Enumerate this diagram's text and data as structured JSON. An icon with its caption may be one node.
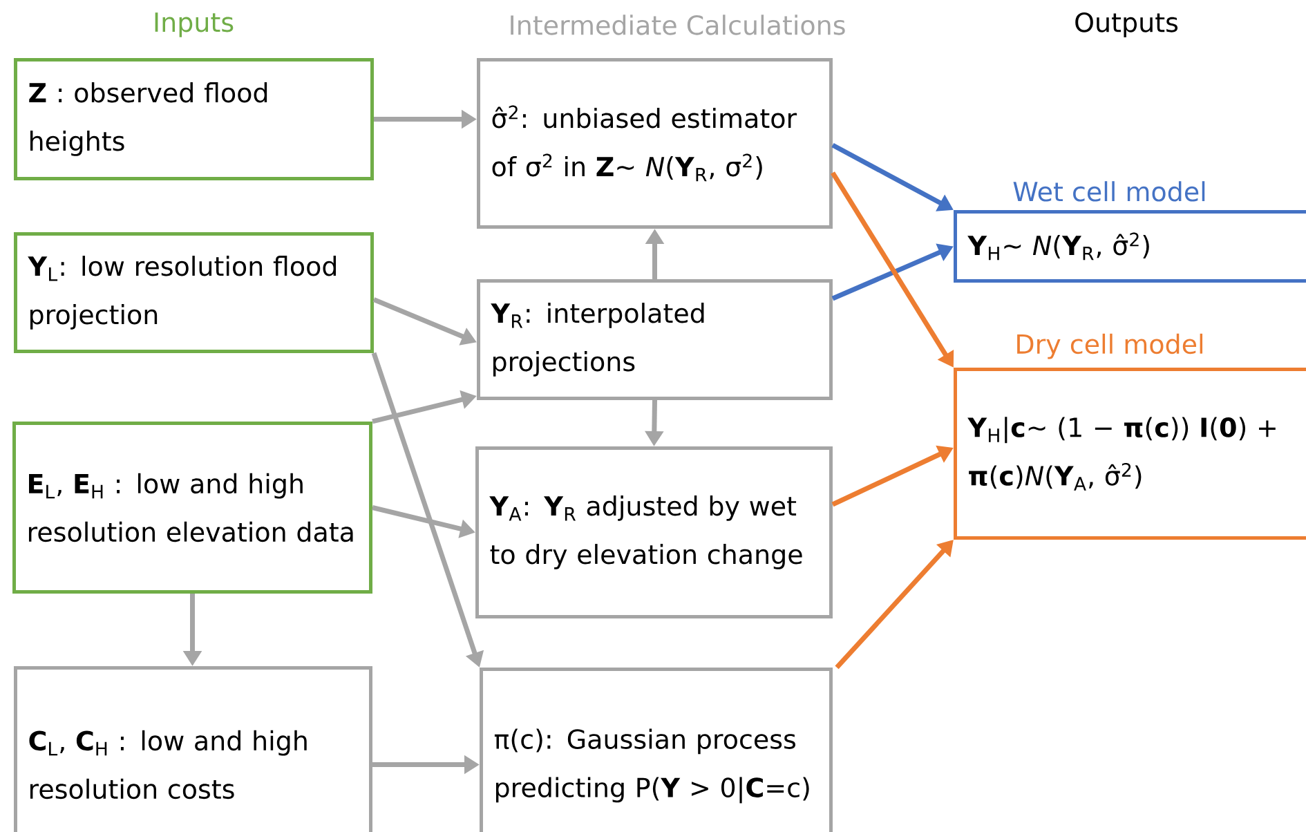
{
  "diagram": {
    "nodes": [
      {
        "text": [
          "**Z** : observed flood heights"
        ]
      },
      {
        "text": [
          "**Y**$_{L}$: low resolution flood projection"
        ]
      },
      {
        "text": [
          "**E**$_{L}$, **E**$_{H}$ : low and high resolution elevation data"
        ]
      },
      {
        "text": [
          "**C**$_{L}$, **C**$_{H}$ : low and high resolution costs"
        ]
      },
      {
        "text": [
          "σ̂$^{2}$: unbiased estimator of σ$^{2}$ in **Z**∼ *N*(**Y**$_{R}$, σ$^{2}$)"
        ]
      },
      {
        "text": [
          "**Y**$_{R}$: interpolated projections"
        ]
      },
      {
        "text": [
          "**Y**$_{A}$: **Y**$_{R}$ adjusted by wet to dry elevation change"
        ]
      },
      {
        "text": [
          "π(c): Gaussian process predicting P(**Y** > 0|**C**=c)"
        ]
      },
      {
        "text": [
          "Wet cell model",
          "**Y**$_{H}$∼ *N*(**Y**$_{R}$, σ̂$^{2}$)"
        ]
      },
      {
        "text": [
          "Dry cell model",
          "**Y**$_{H}$|**c**∼ (1 − **π**(**c**)) **I**(**0**) + **π**(**c**)*N*(**Y**$_{A}$, σ̂$^{2}$)"
        ]
      }
    ],
    "edges": [
      {
        "from": 0,
        "to": 4,
        "arrow": "to"
      },
      {
        "from": 1,
        "to": 5,
        "arrow": "to"
      },
      {
        "from": 1,
        "to": 7,
        "arrow": "to"
      },
      {
        "from": 2,
        "to": 5,
        "arrow": "to"
      },
      {
        "from": 2,
        "to": 6,
        "arrow": "to"
      },
      {
        "from": 2,
        "to": 3,
        "arrow": "to"
      },
      {
        "from": 3,
        "to": 7,
        "arrow": "to"
      },
      {
        "from": 5,
        "to": 4,
        "arrow": "to"
      },
      {
        "from": 5,
        "to": 6,
        "arrow": "to"
      },
      {
        "from": 4,
        "to": 8,
        "arrow": "to",
        "color": "#4472c4"
      },
      {
        "from": 5,
        "to": 8,
        "arrow": "to",
        "color": "#4472c4"
      },
      {
        "from": 4,
        "to": 9,
        "arrow": "to",
        "color": "#ed7d31"
      },
      {
        "from": 6,
        "to": 9,
        "arrow": "to",
        "color": "#ed7d31"
      },
      {
        "from": 7,
        "to": 9,
        "arrow": "to",
        "color": "#ed7d31"
      }
    ],
    "labels": [
      "Inputs",
      "Intermediate Calculations",
      "Outputs"
    ]
  }
}
